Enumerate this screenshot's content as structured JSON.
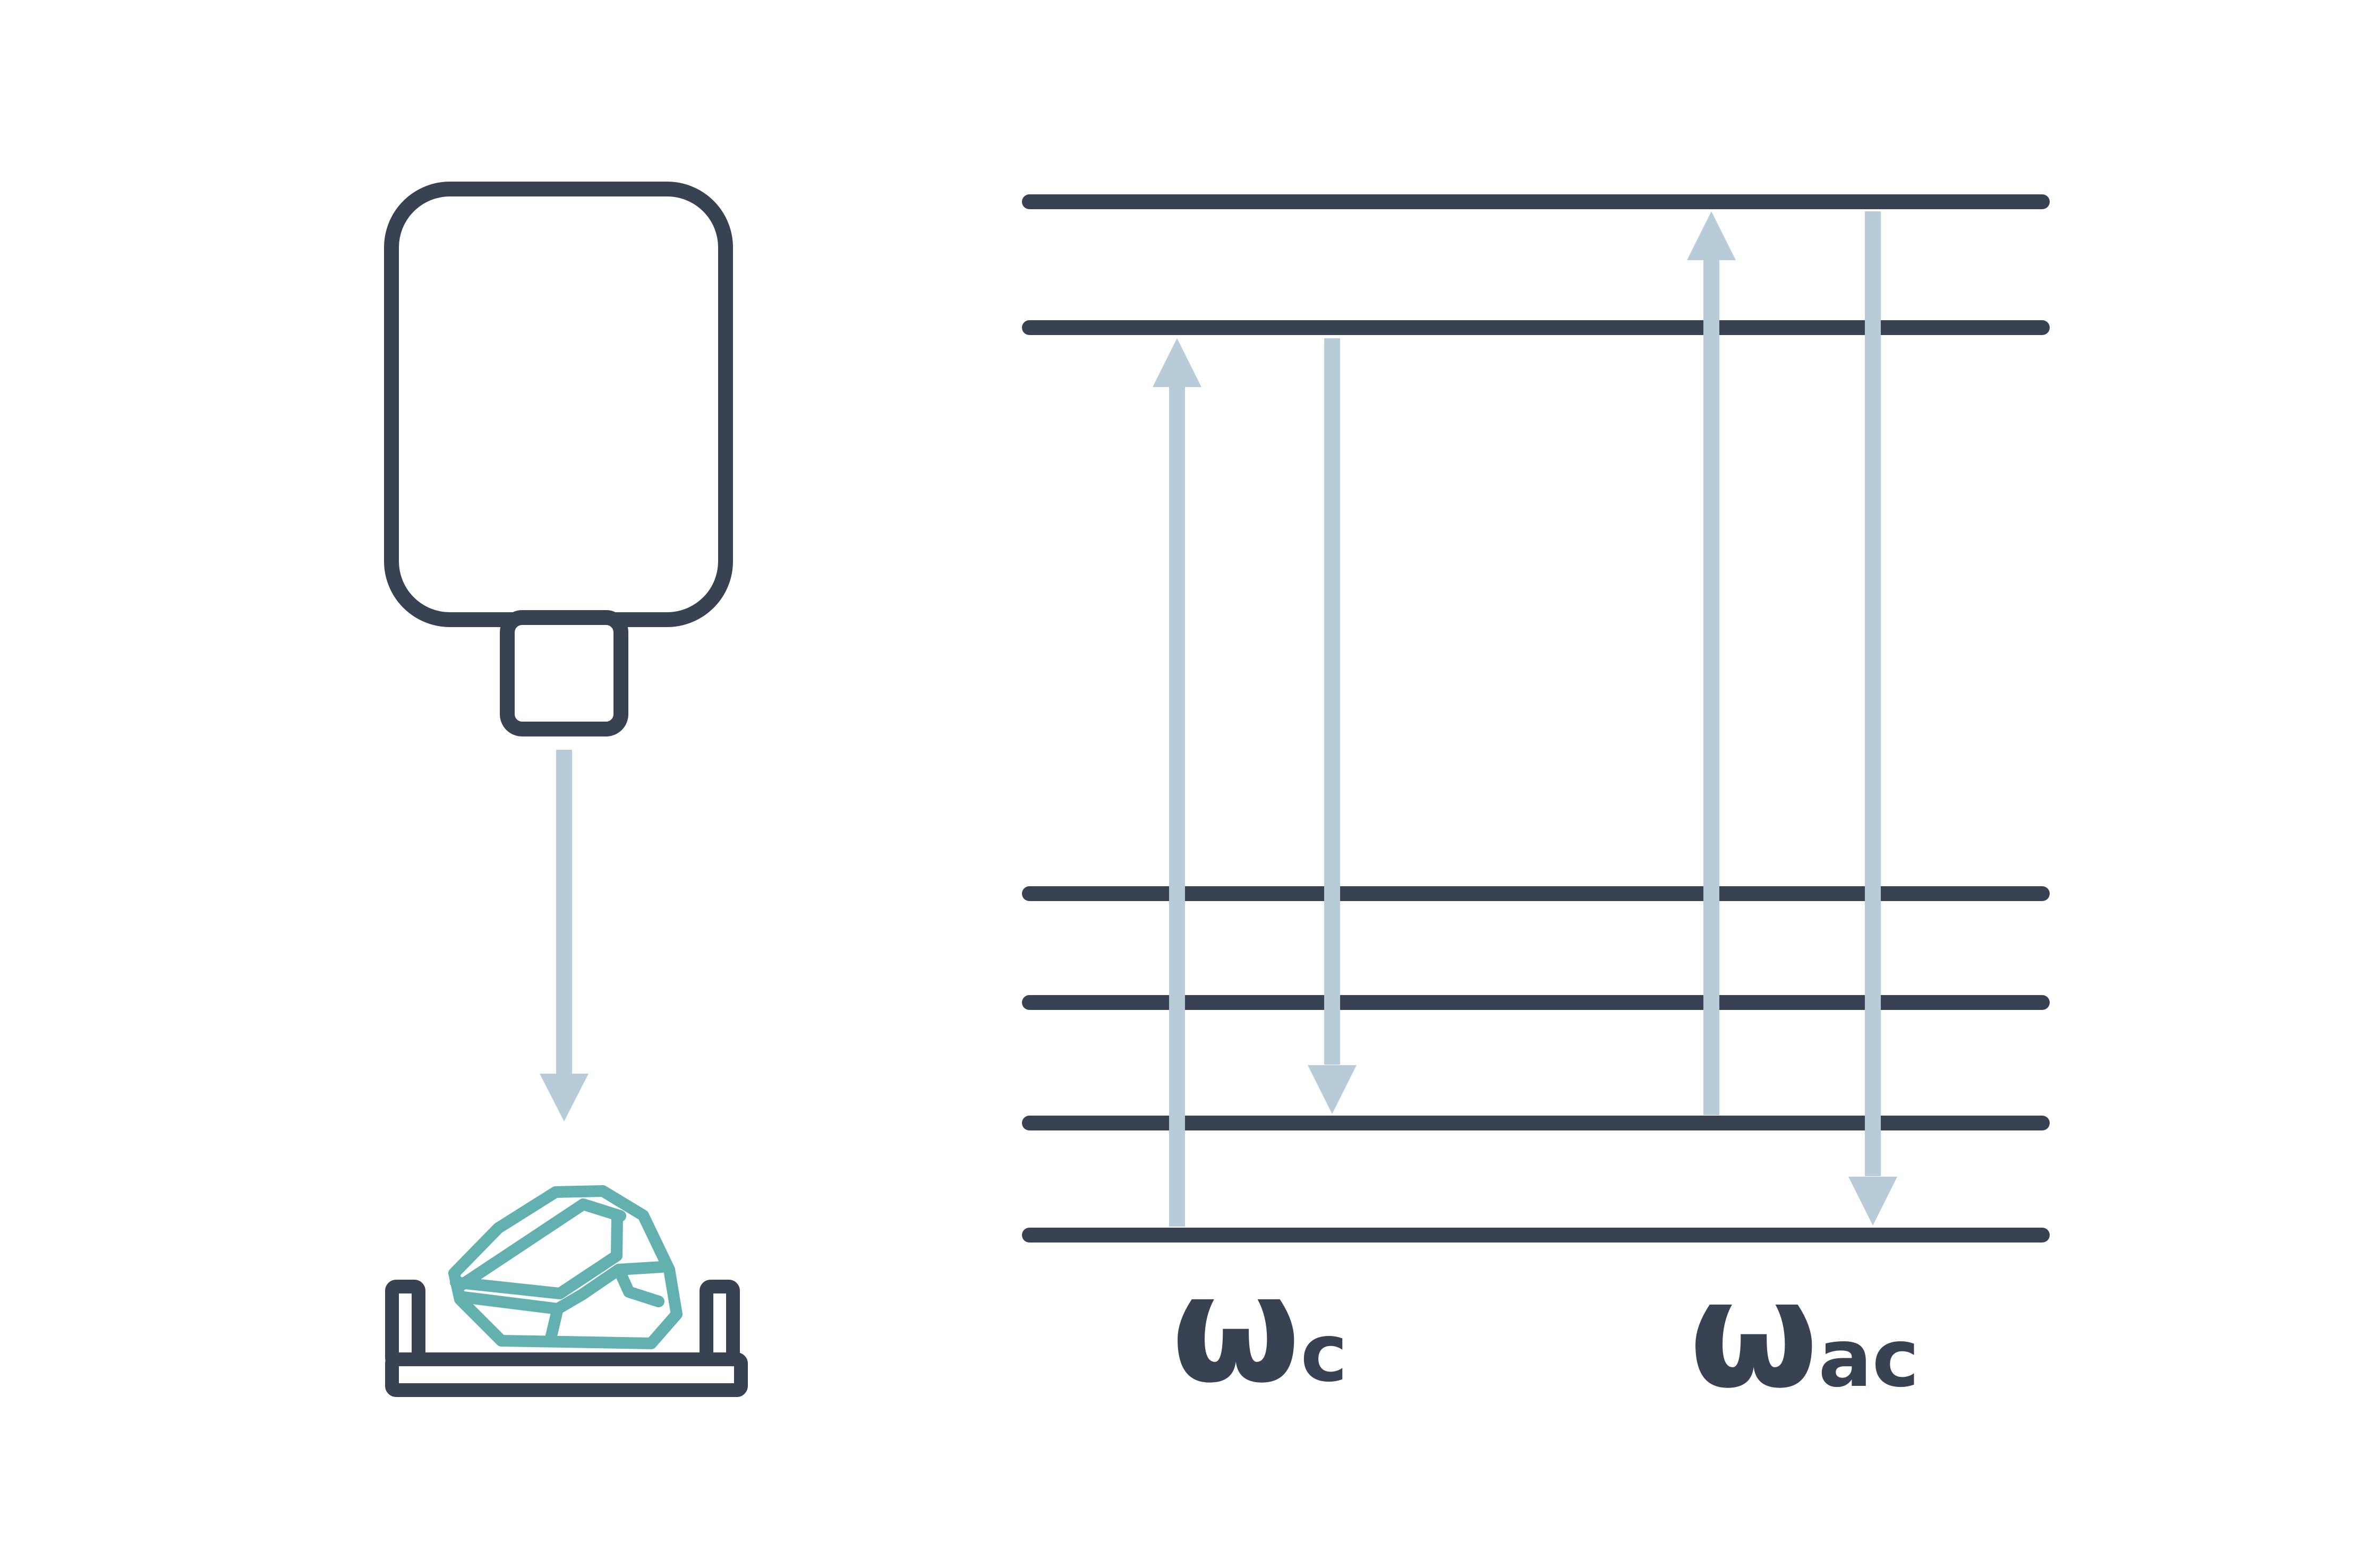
{
  "colors": {
    "dark": "#394252",
    "arrow": "#b8cbd8",
    "crystal": "#63b0b0",
    "background": "#ffffff"
  },
  "apparatus": {
    "source_icon": "laser-source-icon",
    "sample_icon": "crystal-sample-icon",
    "stage_icon": "sample-holder-icon",
    "beam_icon": "beam-arrow-down-icon"
  },
  "energy_diagram": {
    "level_count": 6,
    "labels": {
      "left": {
        "symbol": "ω",
        "subscript": "c"
      },
      "right": {
        "symbol": "ω",
        "subscript": "ac"
      }
    }
  }
}
